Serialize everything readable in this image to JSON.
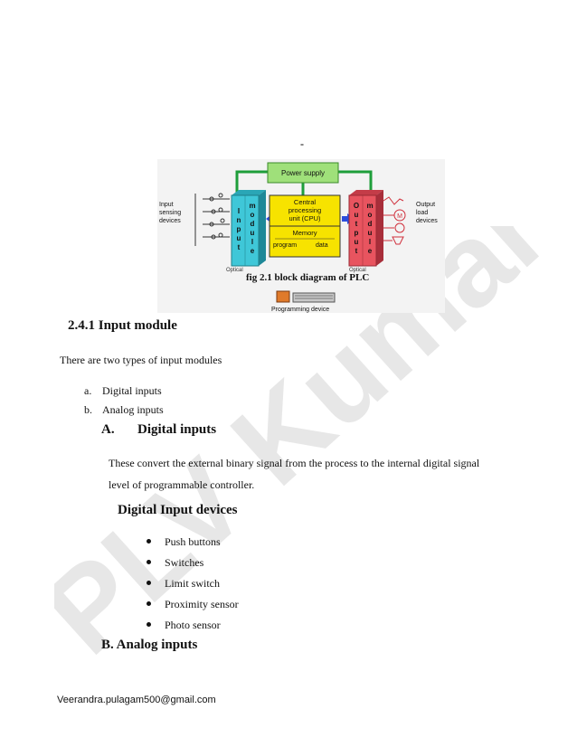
{
  "page_mark": "-",
  "figure": {
    "caption": "fig 2.1  block diagram of PLC",
    "power_supply": "Power supply",
    "cpu_line1": "Central",
    "cpu_line2": "processing",
    "cpu_line3": "unit (CPU)",
    "memory": "Memory",
    "program": "program",
    "data": "data",
    "input_letters": [
      "I",
      "n",
      "p",
      "u",
      "t"
    ],
    "module_letters": [
      "m",
      "o",
      "d",
      "u",
      "l",
      "e"
    ],
    "output_letters": [
      "O",
      "u",
      "t",
      "p",
      "u",
      "t"
    ],
    "input_devices": [
      "Input",
      "sensing",
      "devices"
    ],
    "output_devices": [
      "Output",
      "load",
      "devices"
    ],
    "programming_device": "Programming device",
    "optical": "Optical",
    "colors": {
      "input_module": "#3fc7d8",
      "output_module": "#e8545f",
      "cpu": "#f7e300",
      "power_supply": "#9fe07a",
      "wiring": "#1e9e3a",
      "arrows": "#2b4cdc"
    }
  },
  "section": {
    "heading": "2.4.1 Input module",
    "intro": "There are two types of input modules",
    "list": [
      {
        "marker": "a.",
        "text": "Digital inputs"
      },
      {
        "marker": "b.",
        "text": "Analog inputs"
      }
    ]
  },
  "digital": {
    "marker": "A.",
    "title": "Digital inputs",
    "para_line1": "These convert the external binary signal from the process to the internal digital signal",
    "para_line2": "level of programmable controller.",
    "devices_heading": "Digital Input devices",
    "devices": [
      "Push buttons",
      "Switches",
      "Limit switch",
      "Proximity sensor",
      "Photo sensor"
    ]
  },
  "analog": {
    "heading": "B. Analog inputs"
  },
  "footer": "Veerandra.pulagam500@gmail.com",
  "watermark": "PLV Kumar"
}
